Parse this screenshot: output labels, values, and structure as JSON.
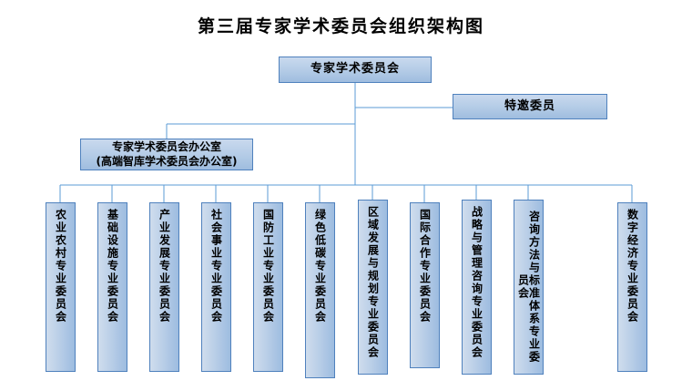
{
  "title": "第三届专家学术委员会组织架构图",
  "colors": {
    "box_border": "#4f81bd",
    "box_fill_light": "#cfdded",
    "box_fill_dark": "#9dbce0",
    "connector_line": "#5b9bd5",
    "text": "#000000",
    "background": "#ffffff"
  },
  "nodes": {
    "root": {
      "label": "专家学术委员会"
    },
    "invited": {
      "label": "特邀委员"
    },
    "office": {
      "line1": "专家学术委员会办公室",
      "line2": "(高端智库学术委员会办公室)"
    }
  },
  "committees": [
    {
      "label": "农业农村专业委员会"
    },
    {
      "label": "基础设施专业委员会"
    },
    {
      "label": "产业发展专业委员会"
    },
    {
      "label": "社会事业专业委员会"
    },
    {
      "label": "国防工业专业委员会"
    },
    {
      "label": "绿色低碳专业委员会"
    },
    {
      "label": "区域发展与规划专业委员会"
    },
    {
      "label": "国际合作专业委员会"
    },
    {
      "label": "战略与管理咨询专业委员会"
    },
    {
      "label": "咨询方法与标准体系专业委员会"
    },
    {
      "label": "数字经济专业委员会"
    }
  ],
  "chart_data": {
    "type": "diagram",
    "diagram_type": "organizational-chart",
    "title": "第三届专家学术委员会组织架构图",
    "hierarchy": {
      "name": "专家学术委员会",
      "children": [
        {
          "name": "特邀委员",
          "relation": "side-branch",
          "children": []
        },
        {
          "name": "专家学术委员会办公室\n(高端智库学术委员会办公室)",
          "relation": "staff-office",
          "children": []
        },
        {
          "name": "农业农村专业委员会",
          "children": []
        },
        {
          "name": "基础设施专业委员会",
          "children": []
        },
        {
          "name": "产业发展专业委员会",
          "children": []
        },
        {
          "name": "社会事业专业委员会",
          "children": []
        },
        {
          "name": "国防工业专业委员会",
          "children": []
        },
        {
          "name": "绿色低碳专业委员会",
          "children": []
        },
        {
          "name": "区域发展与规划专业委员会",
          "children": []
        },
        {
          "name": "国际合作专业委员会",
          "children": []
        },
        {
          "name": "战略与管理咨询专业委员会",
          "children": []
        },
        {
          "name": "咨询方法与标准体系专业委员会",
          "children": []
        },
        {
          "name": "数字经济专业委员会",
          "children": []
        }
      ]
    },
    "level_counts": {
      "level_1": 1,
      "level_2": 2,
      "level_3": 11
    },
    "orientation": "top-down",
    "leaf_text_orientation": "vertical"
  }
}
